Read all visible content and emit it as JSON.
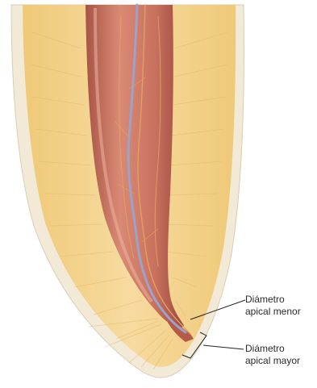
{
  "labels": {
    "minor": {
      "line1": "Diámetro",
      "line2": "apical menor"
    },
    "major": {
      "line1": "Diámetro",
      "line2": "apical mayor"
    }
  },
  "colors": {
    "dentin": "#f3d48e",
    "dentin_streak": "#e8bf6c",
    "enamel_border": "#f2ead6",
    "pulp": "#c9725f",
    "pulp_dark": "#a85446",
    "vessel_vein": "#9aa3c9",
    "vessel_artery": "#e0a060",
    "leader_line": "#222222"
  }
}
